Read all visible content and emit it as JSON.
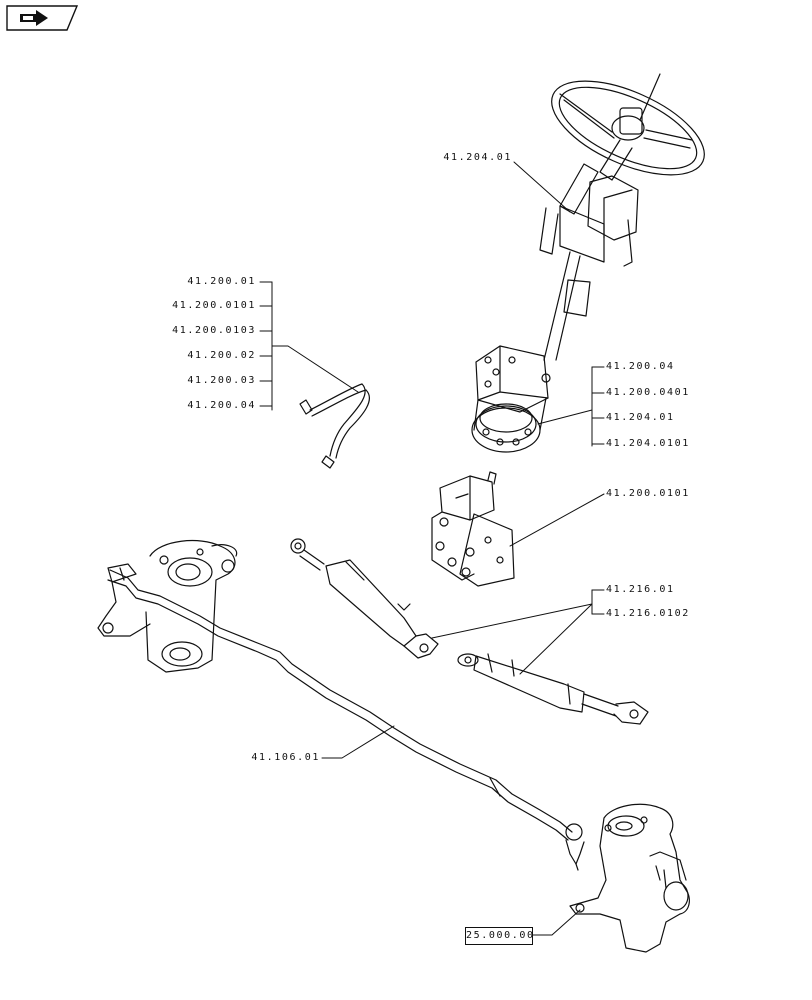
{
  "nav": {
    "icon": "forward-arrow-icon"
  },
  "callouts": {
    "steering_column": "41.204.01",
    "hose_group": [
      "41.200.01",
      "41.200.0101",
      "41.200.0103",
      "41.200.02",
      "41.200.03",
      "41.200.04"
    ],
    "steering_unit_group": [
      "41.200.04",
      "41.200.0401",
      "41.204.01",
      "41.204.0101"
    ],
    "pump": "41.200.0101",
    "cylinder_group": [
      "41.216.01",
      "41.216.0102"
    ],
    "tie_rod": "41.106.01",
    "axle_ref": "25.000.00"
  }
}
